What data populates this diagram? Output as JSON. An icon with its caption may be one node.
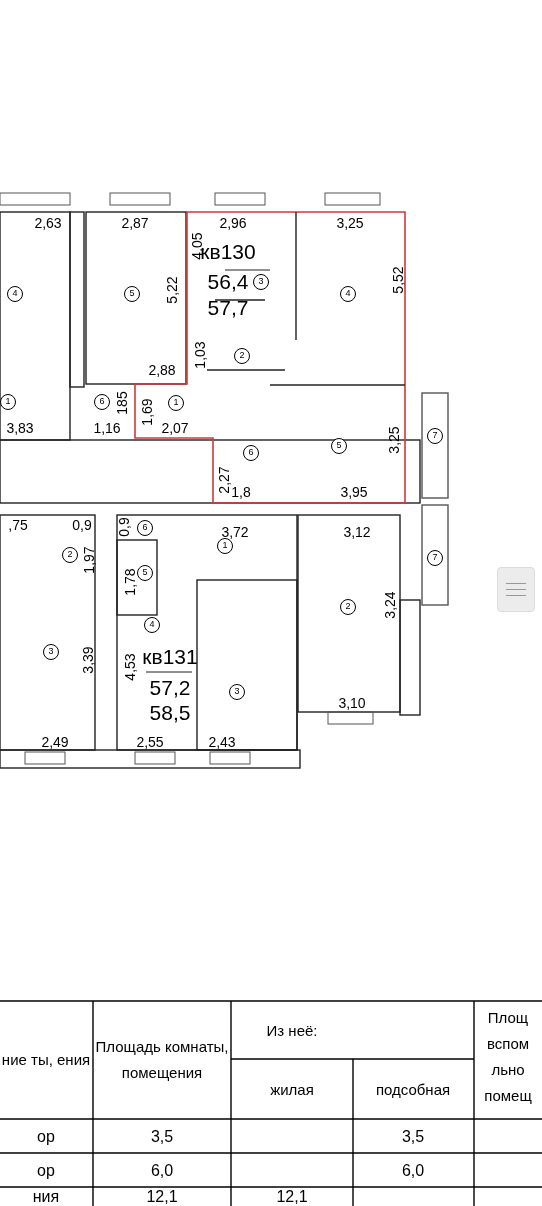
{
  "diagram": {
    "nodes": [
      {
        "text": [
          "4"
        ]
      },
      {
        "text": [
          "5"
        ]
      },
      {
        "text": [
          "3"
        ]
      },
      {
        "text": [
          "4"
        ]
      },
      {
        "text": [
          "2"
        ]
      },
      {
        "text": [
          "1"
        ]
      },
      {
        "text": [
          "6"
        ]
      },
      {
        "text": [
          "1"
        ]
      },
      {
        "text": [
          "7"
        ]
      },
      {
        "text": [
          "5"
        ]
      },
      {
        "text": [
          "6"
        ]
      },
      {
        "text": [
          "6"
        ]
      },
      {
        "text": [
          "1"
        ]
      },
      {
        "text": [
          "2"
        ]
      },
      {
        "text": [
          "7"
        ]
      },
      {
        "text": [
          "5"
        ]
      },
      {
        "text": [
          "2"
        ]
      },
      {
        "text": [
          "4"
        ]
      },
      {
        "text": [
          "3"
        ]
      },
      {
        "text": [
          "3"
        ]
      }
    ],
    "labels": [
      "2,63",
      "2,87",
      "2,96",
      "3,25",
      "4,05",
      "кв130",
      "56,4",
      "57,7",
      "5,22",
      "5,52",
      "1,03",
      "2,88",
      "185",
      "1,69",
      "3,83",
      "1,16",
      "2,07",
      "3,25",
      "2,27",
      "1,8",
      "3,95",
      ",75",
      "0,9",
      "0,9",
      "3,72",
      "3,12",
      "1,97",
      "1,78",
      "3,24",
      "3,39",
      "4,53",
      "кв131",
      "57,2",
      "58,5",
      "3,10",
      "2,49",
      "2,55",
      "2,43",
      "ние ты, ения",
      "Площадь комнаты, помещения",
      "Из неё:",
      "Площ вспом льно помещ",
      "жилая",
      "подсобная",
      "ор",
      "3,5",
      "3,5",
      "ор",
      "6,0",
      "6,0",
      "ния",
      "12,1",
      "12,1"
    ]
  }
}
